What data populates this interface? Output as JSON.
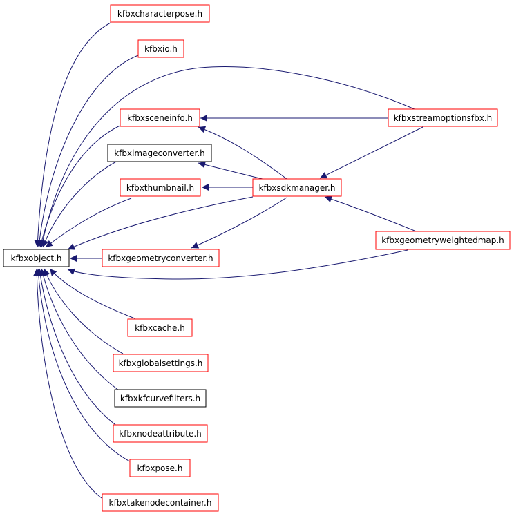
{
  "colors": {
    "edge": "#191970",
    "link_border": "#ff0000",
    "plain_border": "#000000",
    "root_fill": "#bfbfbf",
    "background": "#ffffff"
  },
  "nodes": {
    "kfbxobject": {
      "label": "kfbxobject.h",
      "style": "root"
    },
    "kfbxcharacterpose": {
      "label": "kfbxcharacterpose.h",
      "style": "link"
    },
    "kfbxio": {
      "label": "kfbxio.h",
      "style": "link"
    },
    "kfbxsceneinfo": {
      "label": "kfbxsceneinfo.h",
      "style": "link"
    },
    "kfbximageconverter": {
      "label": "kfbximageconverter.h",
      "style": "plain"
    },
    "kfbxthumbnail": {
      "label": "kfbxthumbnail.h",
      "style": "link"
    },
    "kfbxgeometryconverter": {
      "label": "kfbxgeometryconverter.h",
      "style": "link"
    },
    "kfbxcache": {
      "label": "kfbxcache.h",
      "style": "link"
    },
    "kfbxglobalsettings": {
      "label": "kfbxglobalsettings.h",
      "style": "link"
    },
    "kfbxkfcurvefilters": {
      "label": "kfbxkfcurvefilters.h",
      "style": "plain"
    },
    "kfbxnodeattribute": {
      "label": "kfbxnodeattribute.h",
      "style": "link"
    },
    "kfbxpose": {
      "label": "kfbxpose.h",
      "style": "link"
    },
    "kfbxtakenodecontainer": {
      "label": "kfbxtakenodecontainer.h",
      "style": "link"
    },
    "kfbxsdkmanager": {
      "label": "kfbxsdkmanager.h",
      "style": "link"
    },
    "kfbxstreamoptionsfbx": {
      "label": "kfbxstreamoptionsfbx.h",
      "style": "link"
    },
    "kfbxgeometryweightedmap": {
      "label": "kfbxgeometryweightedmap.h",
      "style": "link"
    }
  },
  "edges": [
    {
      "from": "kfbxcharacterpose",
      "to": "kfbxobject"
    },
    {
      "from": "kfbxio",
      "to": "kfbxobject"
    },
    {
      "from": "kfbxstreamoptionsfbx",
      "to": "kfbxobject"
    },
    {
      "from": "kfbxsceneinfo",
      "to": "kfbxobject"
    },
    {
      "from": "kfbximageconverter",
      "to": "kfbxobject"
    },
    {
      "from": "kfbxthumbnail",
      "to": "kfbxobject"
    },
    {
      "from": "kfbxsdkmanager",
      "to": "kfbxobject"
    },
    {
      "from": "kfbxgeometryconverter",
      "to": "kfbxobject"
    },
    {
      "from": "kfbxgeometryweightedmap",
      "to": "kfbxobject"
    },
    {
      "from": "kfbxcache",
      "to": "kfbxobject"
    },
    {
      "from": "kfbxglobalsettings",
      "to": "kfbxobject"
    },
    {
      "from": "kfbxkfcurvefilters",
      "to": "kfbxobject"
    },
    {
      "from": "kfbxnodeattribute",
      "to": "kfbxobject"
    },
    {
      "from": "kfbxpose",
      "to": "kfbxobject"
    },
    {
      "from": "kfbxtakenodecontainer",
      "to": "kfbxobject"
    },
    {
      "from": "kfbxstreamoptionsfbx",
      "to": "kfbxsceneinfo"
    },
    {
      "from": "kfbxsdkmanager",
      "to": "kfbxsceneinfo"
    },
    {
      "from": "kfbxsdkmanager",
      "to": "kfbximageconverter"
    },
    {
      "from": "kfbxsdkmanager",
      "to": "kfbxthumbnail"
    },
    {
      "from": "kfbxsdkmanager",
      "to": "kfbxgeometryconverter"
    },
    {
      "from": "kfbxstreamoptionsfbx",
      "to": "kfbxsdkmanager"
    },
    {
      "from": "kfbxgeometryweightedmap",
      "to": "kfbxsdkmanager"
    }
  ]
}
